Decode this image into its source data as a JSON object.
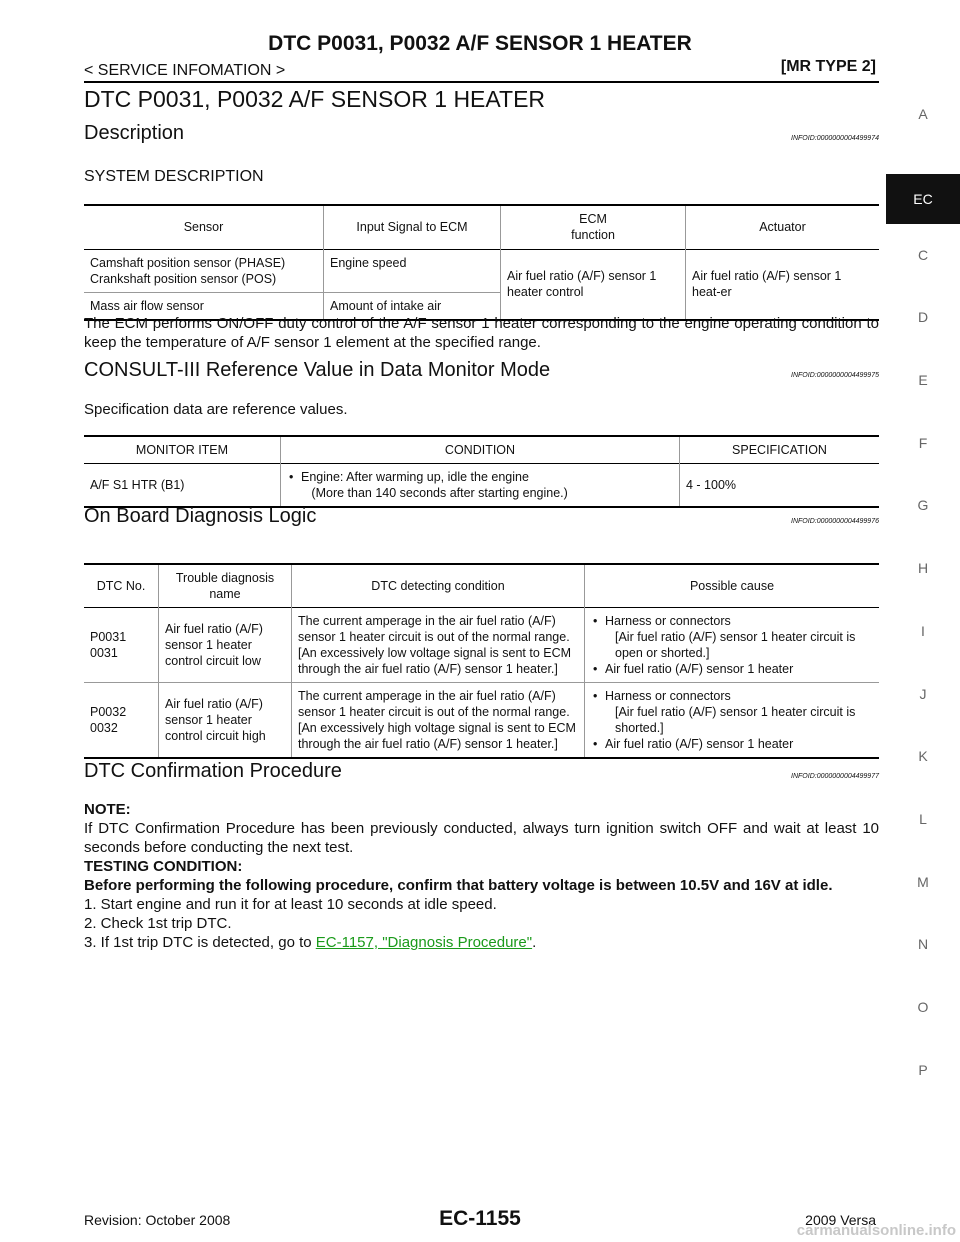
{
  "header": {
    "title": "DTC P0031, P0032 A/F SENSOR 1 HEATER",
    "section": "< SERVICE INFOMATION >",
    "type": "[MR TYPE 2]"
  },
  "page_title": "DTC P0031, P0032 A/F SENSOR 1 HEATER",
  "description": {
    "heading": "Description",
    "infoid": "INFOID:0000000004499974",
    "sub": "SYSTEM DESCRIPTION",
    "table": {
      "headers": [
        "Sensor",
        "Input Signal to ECM",
        "ECM function",
        "Actuator"
      ],
      "sensor1": "Camshaft position sensor (PHASE)",
      "sensor2": "Crankshaft position sensor (POS)",
      "input1": "Engine speed",
      "sensor3": "Mass air flow sensor",
      "input2": "Amount of intake air",
      "function": "Air fuel ratio (A/F) sensor 1 heater control",
      "actuator": "Air fuel ratio (A/F) sensor 1 heat-er"
    },
    "text": "The ECM performs ON/OFF duty control of the A/F sensor 1 heater corresponding to the engine operating condition to keep the temperature of A/F sensor 1 element at the specified range."
  },
  "consult": {
    "heading": "CONSULT-III Reference Value in Data Monitor Mode",
    "infoid": "INFOID:0000000004499975",
    "text": "Specification data are reference values.",
    "table": {
      "headers": [
        "MONITOR ITEM",
        "CONDITION",
        "SPECIFICATION"
      ],
      "item": "A/F S1 HTR (B1)",
      "condition_a": "Engine: After warming up, idle the engine",
      "condition_b": "(More than 140 seconds after starting engine.)",
      "spec": "4 - 100%"
    }
  },
  "obd": {
    "heading": "On Board Diagnosis Logic",
    "infoid": "INFOID:0000000004499976",
    "table": {
      "headers": [
        "DTC No.",
        "Trouble diagnosis name",
        "DTC detecting condition",
        "Possible cause"
      ],
      "rows": [
        {
          "dtc1": "P0031",
          "dtc2": "0031",
          "name": "Air fuel ratio (A/F) sensor 1 heater control circuit low",
          "cond1": "The current amperage in the air fuel ratio (A/F) sensor 1 heater circuit is out of the normal range.",
          "cond2": "[An excessively low voltage signal is sent to ECM through the air fuel ratio (A/F) sensor 1 heater.]",
          "cause1": "Harness or connectors",
          "cause1b": "[Air fuel ratio (A/F) sensor 1 heater circuit is open or shorted.]",
          "cause2": "Air fuel ratio (A/F) sensor 1 heater"
        },
        {
          "dtc1": "P0032",
          "dtc2": "0032",
          "name": "Air fuel ratio (A/F) sensor 1 heater control circuit high",
          "cond1": "The current amperage in the air fuel ratio (A/F) sensor 1 heater circuit is out of the normal range.",
          "cond2": "[An excessively high voltage signal is sent to ECM through the air fuel ratio (A/F) sensor 1 heater.]",
          "cause1": "Harness or connectors",
          "cause1b": "[Air fuel ratio (A/F) sensor 1 heater circuit is shorted.]",
          "cause2": "Air fuel ratio (A/F) sensor 1 heater"
        }
      ]
    }
  },
  "confirm": {
    "heading": "DTC Confirmation Procedure",
    "infoid": "INFOID:0000000004499977",
    "note_label": "NOTE:",
    "note_text": "If DTC Confirmation Procedure has been previously conducted, always turn ignition switch OFF and wait at least 10 seconds before conducting the next test.",
    "test_label": "TESTING CONDITION:",
    "test_text": "Before performing the following procedure, confirm that battery voltage is between 10.5V and 16V at idle.",
    "step1": "1. Start engine and run it for at least 10 seconds at idle speed.",
    "step2": "2. Check 1st trip DTC.",
    "step3_pre": "3. If 1st trip DTC is detected, go to ",
    "step3_link": "EC-1157, \"Diagnosis Procedure\"",
    "step3_post": "."
  },
  "side_tabs": [
    "A",
    "EC",
    "C",
    "D",
    "E",
    "F",
    "G",
    "H",
    "I",
    "J",
    "K",
    "L",
    "M",
    "N",
    "O",
    "P"
  ],
  "footer": {
    "revision": "Revision: October 2008",
    "page": "EC-1155",
    "model": "2009 Versa",
    "watermark": "carmanualsonline.info"
  }
}
